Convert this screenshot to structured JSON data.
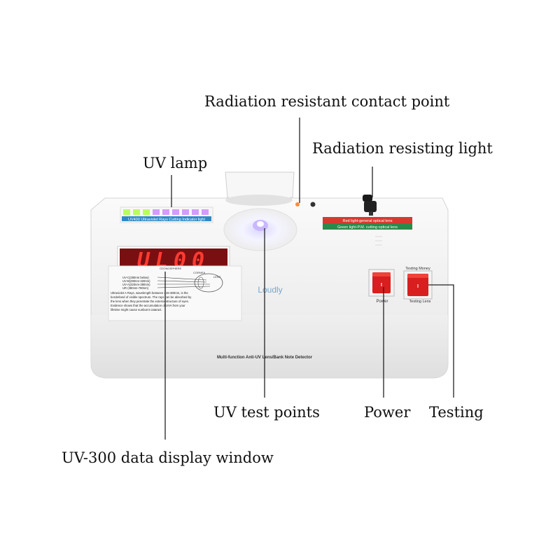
{
  "labels": {
    "contact_point": "Radiation resistant contact point",
    "resisting_light": "Radiation resisting light",
    "uv_lamp": "UV lamp",
    "uv_test_points": "UV test points",
    "power": "Power",
    "testing": "Testing",
    "display_window": "UV-300 data display window"
  },
  "device": {
    "display_value": "UL00",
    "lamp_strip_text": "UV400 Ultraviolet Rays Cutting Indicator light",
    "brand": "Loudly",
    "model_text": "Multi-function  Anti-UV Lens/Bank Note Detector",
    "legend_red": "Red light-general optical lens",
    "legend_green": "Green light-P.M. cutting optical lens",
    "power_switch_label": "Power",
    "testing_switch_top": "Testing Money",
    "testing_switch_bottom": "Testing Lens",
    "switch_symbol": "I",
    "panel_text": [
      "Ultraviolet A Rays, wavelength between 315-380nm, is the",
      "borderland of visible spectrum. The rays can be absorbed by",
      "the lens when they penetrate the exterior structure of eyes.",
      "Evidence shows that the accumulation of UVA from your",
      "lifetime might cause sunburnt cataract."
    ],
    "diagram_labels": [
      "UV-C(280nm below)",
      "UV-B(280nm-320nm)",
      "UV-A(320nm-380nm)",
      "UR  (380nm-780nm)"
    ],
    "diagram_top_labels": [
      "OZONOSPHERE",
      "CORNEA",
      "LENS"
    ],
    "colors": {
      "body": "#f2f2f2",
      "display_bg": "#7a0f12",
      "display_digits": "#ff3b30",
      "switch_red": "#d81e1e",
      "led_green": "#b8ff5a",
      "led_purple": "#c77dff",
      "legend_red": "#d63a2f",
      "legend_green": "#2a8a4a"
    }
  }
}
